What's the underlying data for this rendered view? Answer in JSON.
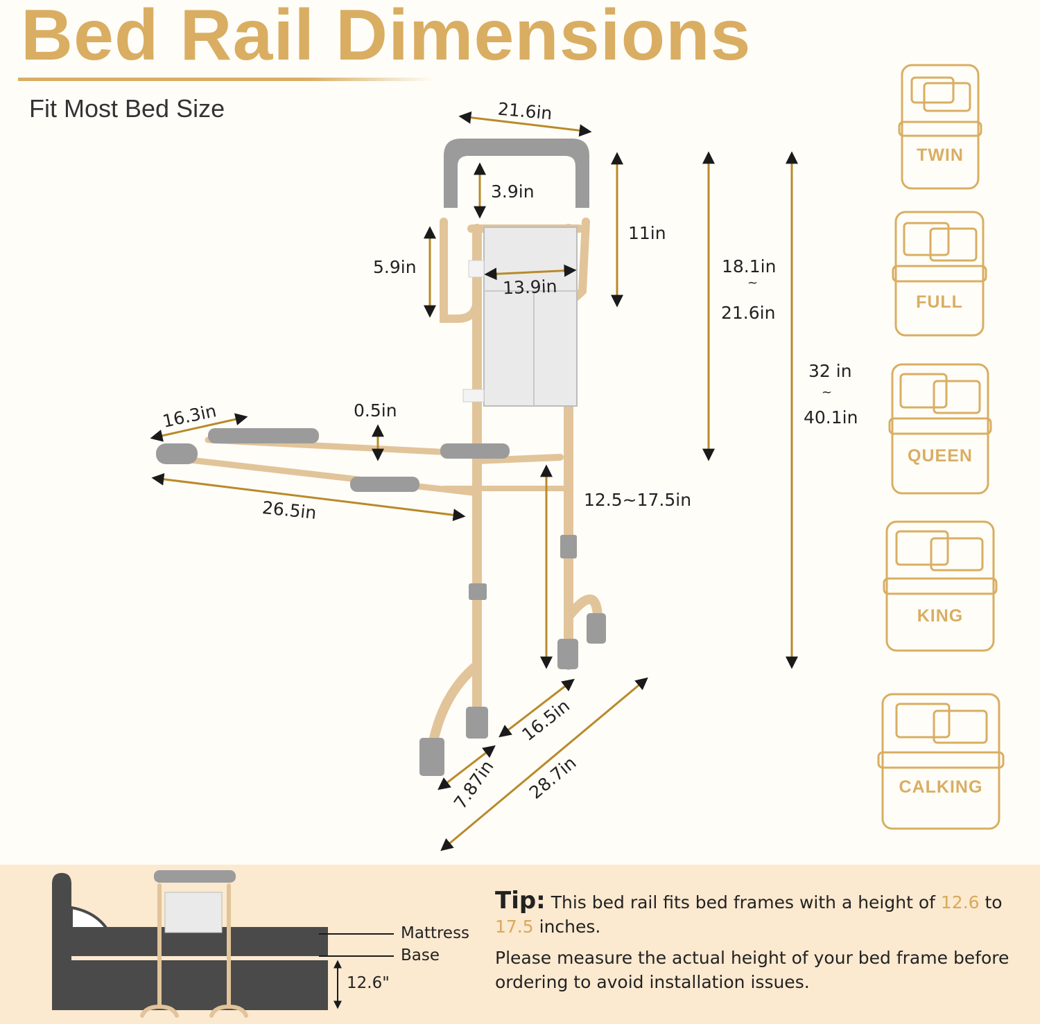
{
  "header": {
    "title": "Bed Rail Dimensions",
    "subtitle": "Fit Most Bed Size"
  },
  "dimensions": {
    "handle_width": "21.6in",
    "handle_gap": "3.9in",
    "handle_height": "11in",
    "bag_height": "5.9in",
    "bag_width": "13.9in",
    "rail_height_min": "18.1in",
    "rail_height_tilde": "~",
    "rail_height_max": "21.6in",
    "total_height_min": "32 in",
    "total_height_tilde": "~",
    "total_height_max": "40.1in",
    "insert_width": "16.3in",
    "insert_tube": "0.5in",
    "insert_length": "26.5in",
    "leg_height": "12.5~17.5in",
    "base_depth": "16.5in",
    "foot_width": "7.87in",
    "base_diagonal": "28.7in"
  },
  "bed_sizes": [
    "TWIN",
    "FULL",
    "QUEEN",
    "KING",
    "CALKING"
  ],
  "bottom": {
    "mattress_label": "Mattress",
    "base_label": "Base",
    "height_label": "12.6\"",
    "tip_head": "Tip:",
    "tip_text_1": " This bed rail fits bed frames with a height of ",
    "tip_min": "12.6",
    "tip_to": " to",
    "tip_max": "17.5",
    "tip_text_2": " inches.",
    "tip_text_3": "Please measure the actual height of your bed frame before ordering to avoid installation issues."
  },
  "colors": {
    "gold": "#d9ae62",
    "arrow": "#b88a2a",
    "frame": "#e2c49a",
    "grip": "#9b9b9b",
    "bottom_bg": "#fbe9d0",
    "bed_dark": "#4a4a4a"
  }
}
